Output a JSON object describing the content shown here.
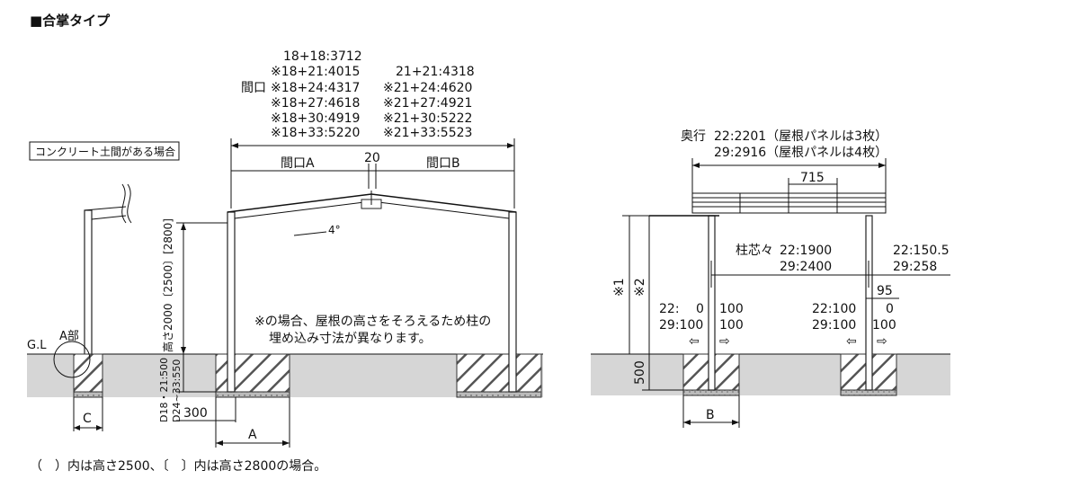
{
  "title": "■合掌タイプ",
  "front": {
    "concrete_label": "コンクリート土間がある場合",
    "span_label": "間口",
    "span_values_col1": [
      "18+18:3712",
      "※18+21:4015",
      "※18+24:4317",
      "※18+27:4618",
      "※18+30:4919",
      "※18+33:5220"
    ],
    "span_values_col2": [
      "21+21:4318",
      "※21+24:4620",
      "※21+27:4921",
      "※21+30:5222",
      "※21+33:5523"
    ],
    "span_a_label": "間口A",
    "span_b_label": "間口B",
    "center_gap": "20",
    "angle": "4°",
    "height_label": "高さ2000〔2500〕[2800]",
    "embed_label_1": "D18・21:500",
    "embed_label_2": "D24~33:550",
    "note_line1": "※の場合、屋根の高さをそろえるため柱の",
    "note_line2": "埋め込み寸法が異なります。",
    "gl_label": "G.L",
    "part_a_label": "A部",
    "dim_300": "300",
    "dim_a": "A",
    "dim_c": "C"
  },
  "side": {
    "depth_label": "奥行",
    "depth_22": "22:2201（屋根パネルは3枚）",
    "depth_29": "29:2916（屋根パネルは4枚）",
    "dim_715": "715",
    "pitch_label": "柱芯々",
    "pitch_22": "22:1900",
    "pitch_29": "29:2400",
    "overhang_22": "22:150.5",
    "overhang_29": "29:258",
    "dim_95": "95",
    "mark_1": "※1",
    "mark_2": "※2",
    "left_offset_labels": [
      "22:",
      "29:100"
    ],
    "left_offset_a": [
      "0",
      ""
    ],
    "left_offset_b": [
      "100",
      "100"
    ],
    "right_offset_labels": [
      "22:100",
      "29:100"
    ],
    "right_offset_b": [
      "0",
      "100"
    ],
    "dim_500": "500",
    "dim_b": "B"
  },
  "footnote": "（　）内は高さ2500、〔　〕内は高さ2800の場合。"
}
